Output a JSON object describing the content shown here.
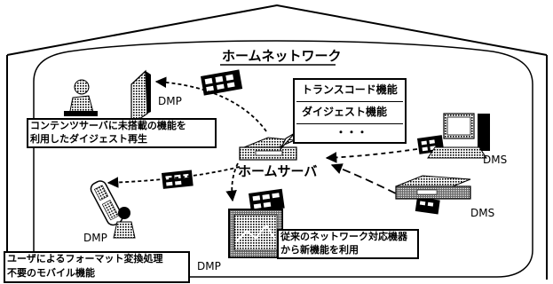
{
  "title": "ホームネットワーク",
  "server_label": "ホームサーバ",
  "feature_bubble": {
    "items": [
      "トランスコード機能",
      "ダイジェスト機能",
      "・・・"
    ]
  },
  "devices": {
    "dmp_top": "DMP",
    "dmp_mobile": "DMP",
    "dmp_tv": "DMP",
    "dms_pc": "DMS",
    "dms_recorder": "DMS"
  },
  "notes": {
    "digest_playback": [
      "コンテンツサーバに未搭載の機能を",
      "利用したダイジェスト再生"
    ],
    "mobile_format": [
      "ユーザによるフォーマット変換処理",
      "不要のモバイル機能"
    ],
    "legacy_devices": [
      "従来のネットワーク対応機器",
      "から新機能を利用"
    ]
  },
  "colors": {
    "ink": "#000000",
    "paper": "#ffffff",
    "halftone": "#8a8a8a"
  }
}
